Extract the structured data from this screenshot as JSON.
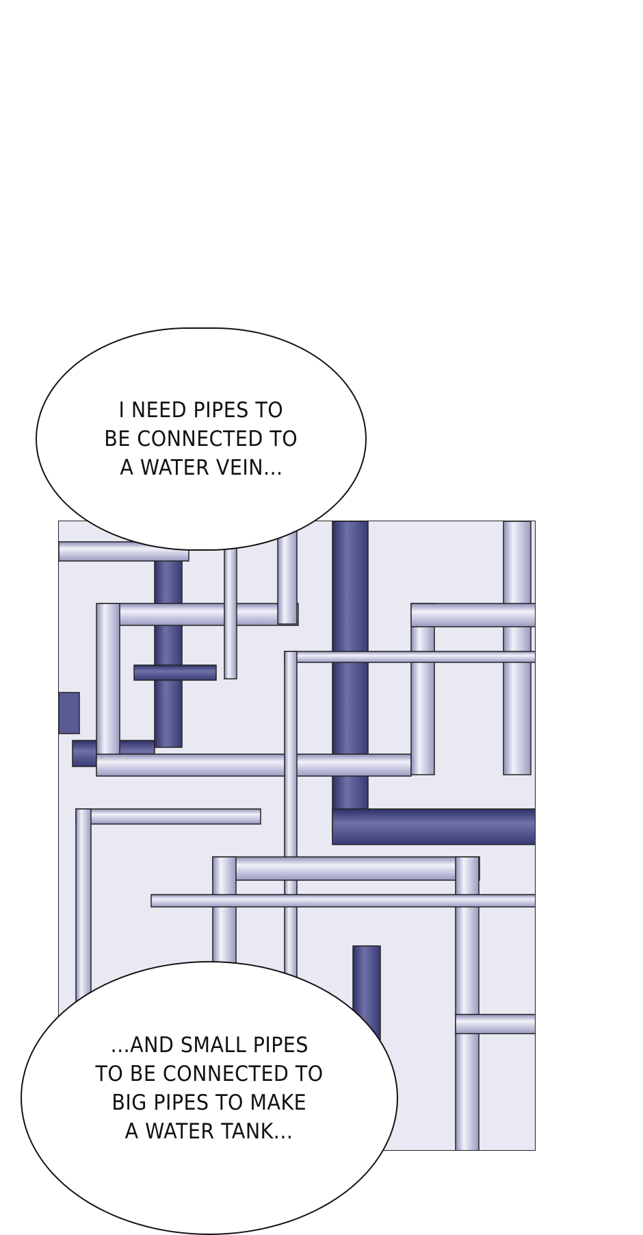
{
  "bubbles": [
    {
      "lines": [
        "I NEED PIPES TO",
        "BE CONNECTED TO",
        "A WATER VEIN..."
      ]
    },
    {
      "lines": [
        "...AND SMALL PIPES",
        "TO BE CONNECTED TO",
        "BIG PIPES TO MAKE",
        "A WATER TANK..."
      ]
    }
  ],
  "colors": {
    "pipe_light": "#c9c9e0",
    "pipe_dark": "#4d4e8a",
    "background": "#e9e9f4"
  }
}
